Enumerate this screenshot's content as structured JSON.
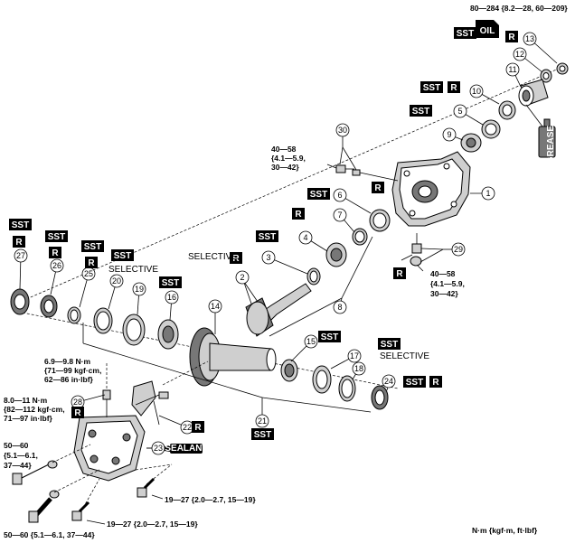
{
  "torque": {
    "t13": "80—284 {8.2—28, 60—209}",
    "t30_l1": "40—58",
    "t30_l2": "{4.1—5.9,",
    "t30_l3": "30—42}",
    "t29_l1": "40—58",
    "t29_l2": "{4.1—5.9,",
    "t29_l3": "30—42}",
    "t_cover_l1": "6.9—9.8 N·m",
    "t_cover_l2": "{71—99 kgf·cm,",
    "t_cover_l3": "62—86 in·lbf}",
    "t28_l1": "8.0—11 N·m",
    "t28_l2": "{82—112 kgf·cm,",
    "t28_l3": "71—97 in·lbf}",
    "t_bolt_l1": "50—60",
    "t_bolt_l2": "{5.1—6.1,",
    "t_bolt_l3": "37—44}",
    "t_bolt_bottom": "50—60 {5.1—6.1, 37—44}",
    "t_small1": "19—27 {2.0—2.7, 15—19}",
    "t_small2": "19—27 {2.0—2.7, 15—19}"
  },
  "labels": {
    "sst": "SST",
    "r": "R",
    "selective": "SELECTIVE",
    "oil": "OIL",
    "grease": "GREASE",
    "sealant": "SEALANT",
    "units": "N·m {kgf·m, ft·lbf}"
  },
  "parts": [
    "1",
    "2",
    "3",
    "4",
    "5",
    "6",
    "7",
    "8",
    "9",
    "10",
    "11",
    "12",
    "13",
    "14",
    "15",
    "16",
    "17",
    "18",
    "19",
    "20",
    "21",
    "22",
    "23",
    "24",
    "25",
    "26",
    "27",
    "28",
    "29",
    "30"
  ]
}
